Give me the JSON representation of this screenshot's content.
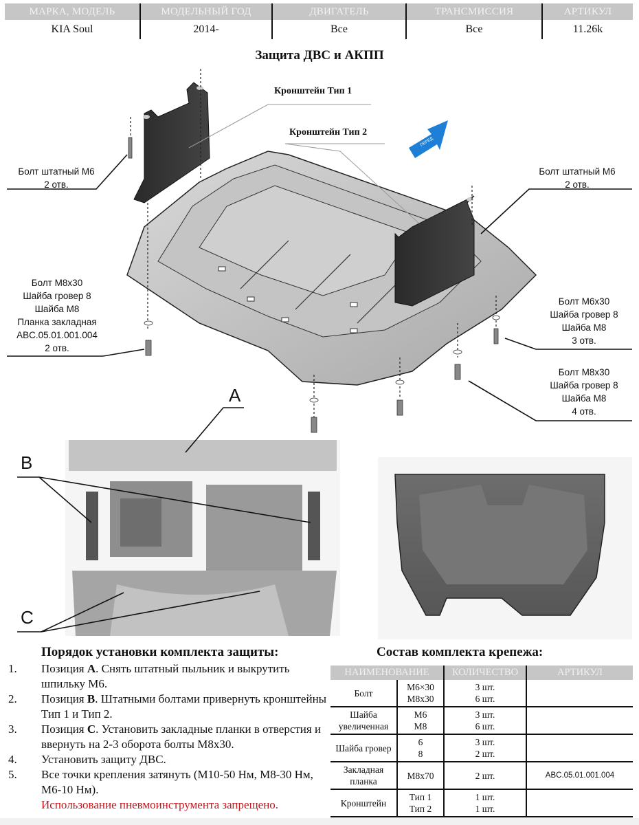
{
  "spec_table": {
    "headers": [
      "МАРКА, МОДЕЛЬ",
      "МОДЕЛЬНЫЙ ГОД",
      "ДВИГАТЕЛЬ",
      "ТРАНСМИССИЯ",
      "АРТИКУЛ"
    ],
    "values": [
      "KIA Soul",
      "2014-",
      "Все",
      "Все",
      "11.26k"
    ]
  },
  "title": "Защита ДВС и АКПП",
  "diagram": {
    "bracket1_label": "Кронштейн Тип 1",
    "bracket2_label": "Кронштейн Тип 2",
    "front_arrow_label": "ПЕРЕД",
    "front_arrow_color": "#1e7fd6",
    "callouts": {
      "left_top": [
        "Болт штатный М6",
        "2 отв."
      ],
      "right_top": [
        "Болт штатный М6",
        "2 отв."
      ],
      "left_bottom": [
        "Болт М8х30",
        "Шайба гровер  8",
        "Шайба М8",
        "Планка закладная",
        "ABC.05.01.001.004",
        "2 отв."
      ],
      "right_middle": [
        "Болт М6х30",
        "Шайба гровер  8",
        "Шайба М8",
        "3 отв."
      ],
      "right_bottom": [
        "Болт М8х30",
        "Шайба гровер  8",
        "Шайба М8",
        "4 отв."
      ]
    },
    "position_letters": [
      "A",
      "B",
      "C"
    ]
  },
  "instructions": {
    "title": "Порядок установки комплекта защиты:",
    "steps": [
      {
        "num": "1.",
        "prefix": "Позиция ",
        "bold": "А",
        "text": ". Снять штатный пыльник и выкрутить шпильку М6."
      },
      {
        "num": "2.",
        "prefix": "Позиция ",
        "bold": "В",
        "text": ". Штатными болтами привернуть кронштейны Тип 1 и Тип 2."
      },
      {
        "num": "3.",
        "prefix": "Позиция ",
        "bold": "С",
        "text": ". Установить закладные планки в отверстия и ввернуть на 2-3 оборота болты М8х30."
      },
      {
        "num": "4.",
        "prefix": "",
        "bold": "",
        "text": "Установить защиту ДВС."
      },
      {
        "num": "5.",
        "prefix": "",
        "bold": "",
        "text": "Все точки крепления затянуть (М10-50 Нм, М8-30 Нм, М6-10 Нм)."
      }
    ],
    "warning": "Использование пневмоинструмента запрещено.",
    "warning_color": "#c8161d"
  },
  "kit": {
    "title": "Состав комплекта крепежа:",
    "headers": [
      "НАИМЕНОВАНИЕ",
      "КОЛИЧЕСТВО",
      "АРТИКУЛ"
    ],
    "rows": [
      {
        "name": "Болт",
        "sizes": [
          "М6×30",
          "М8х30"
        ],
        "qty": [
          "3 шт.",
          "6 шт."
        ],
        "article": ""
      },
      {
        "name": "Шайба увеличенная",
        "sizes": [
          "М6",
          "М8"
        ],
        "qty": [
          "3 шт.",
          "6 шт."
        ],
        "article": ""
      },
      {
        "name": "Шайба гровер",
        "sizes": [
          "6",
          "8"
        ],
        "qty": [
          "3 шт.",
          "2 шт."
        ],
        "article": ""
      },
      {
        "name": "Закладная планка",
        "sizes": [
          "М8х70"
        ],
        "qty": [
          "2 шт."
        ],
        "article": "ABC.05.01.001.004"
      },
      {
        "name": "Кронштейн",
        "sizes": [
          "Тип 1",
          "Тип 2"
        ],
        "qty": [
          "1 шт.",
          "1 шт."
        ],
        "article": ""
      }
    ]
  }
}
